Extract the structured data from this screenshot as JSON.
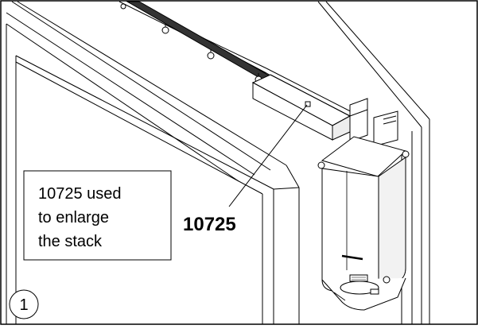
{
  "callout": {
    "lines": [
      "10725 used",
      "to enlarge",
      "the stack"
    ]
  },
  "part_label": "10725",
  "step_number": "1",
  "colors": {
    "line": "#000000",
    "background": "#ffffff",
    "shade": "#d9d9d9"
  }
}
